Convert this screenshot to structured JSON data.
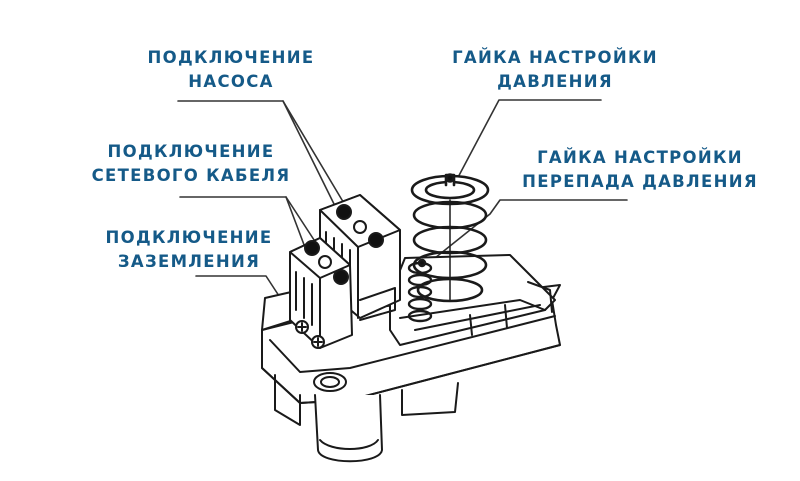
{
  "title": "Pressure switch component diagram",
  "colors": {
    "label_text": "#155a88",
    "line": "#1a1a1a"
  },
  "labels": {
    "pump_connection": {
      "line1": "ПОДКЛЮЧЕНИЕ",
      "line2": "НАСОСА"
    },
    "cable_connection": {
      "line1": "ПОДКЛЮЧЕНИЕ",
      "line2": "СЕТЕВОГО КАБЕЛЯ"
    },
    "ground_connection": {
      "line1": "ПОДКЛЮЧЕНИЕ",
      "line2": "ЗАЗЕМЛЕНИЯ"
    },
    "pressure_nut": {
      "line1": "ГАЙКА НАСТРОЙКИ",
      "line2": "ДАВЛЕНИЯ"
    },
    "differential_nut": {
      "line1": "ГАЙКА НАСТРОЙКИ",
      "line2": "ПЕРЕПАДА ДАВЛЕНИЯ"
    }
  }
}
